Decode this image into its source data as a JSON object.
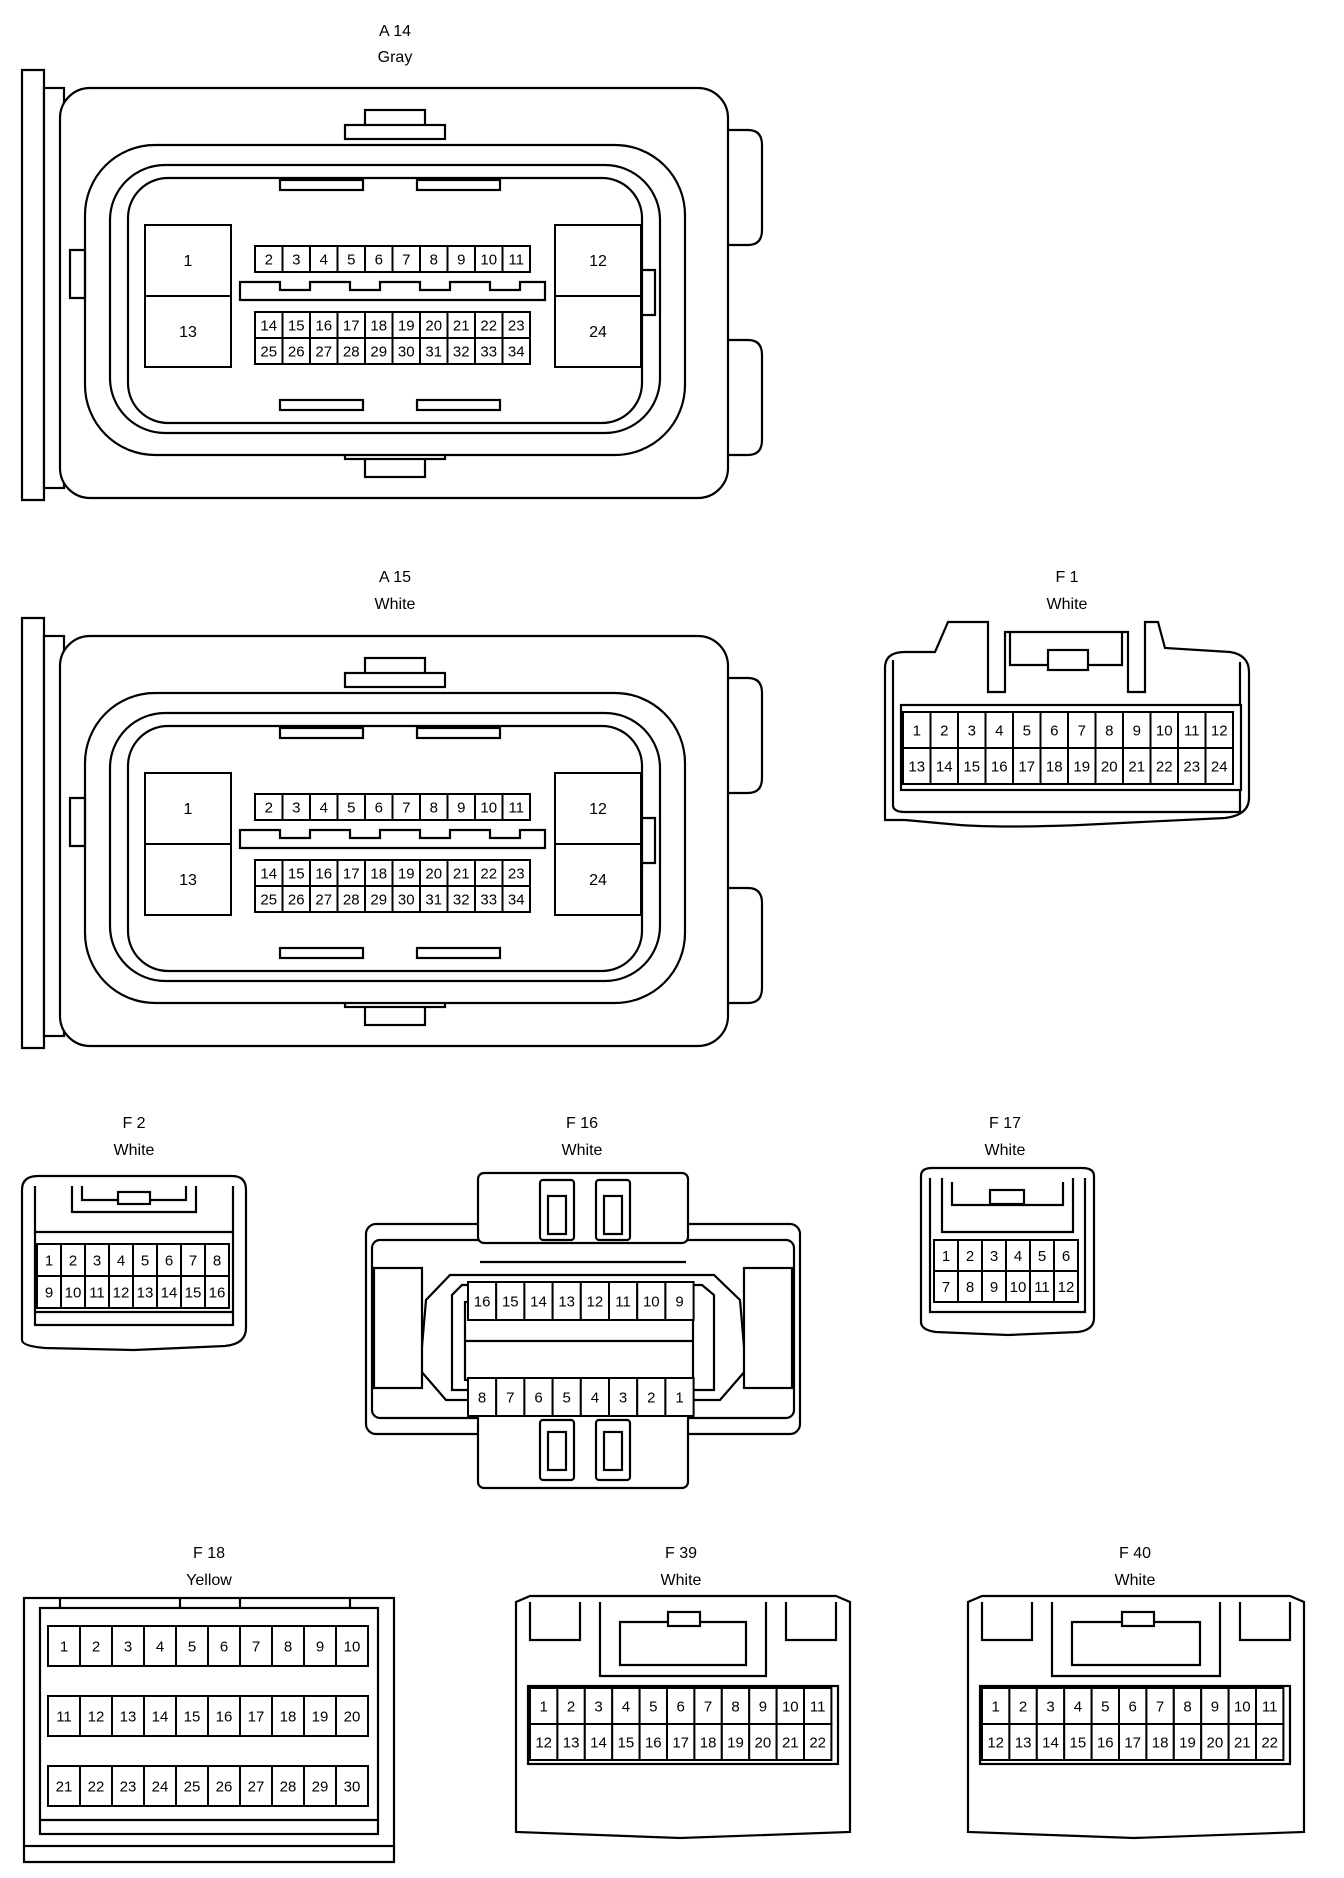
{
  "connectors": [
    {
      "id": "A 14",
      "color": "Gray",
      "big": [
        "1",
        "13",
        "12",
        "24"
      ],
      "top": [
        "2",
        "3",
        "4",
        "5",
        "6",
        "7",
        "8",
        "9",
        "10",
        "11"
      ],
      "mid": [
        "14",
        "15",
        "16",
        "17",
        "18",
        "19",
        "20",
        "21",
        "22",
        "23"
      ],
      "bot": [
        "25",
        "26",
        "27",
        "28",
        "29",
        "30",
        "31",
        "32",
        "33",
        "34"
      ]
    },
    {
      "id": "A 15",
      "color": "White",
      "big": [
        "1",
        "13",
        "12",
        "24"
      ],
      "top": [
        "2",
        "3",
        "4",
        "5",
        "6",
        "7",
        "8",
        "9",
        "10",
        "11"
      ],
      "mid": [
        "14",
        "15",
        "16",
        "17",
        "18",
        "19",
        "20",
        "21",
        "22",
        "23"
      ],
      "bot": [
        "25",
        "26",
        "27",
        "28",
        "29",
        "30",
        "31",
        "32",
        "33",
        "34"
      ]
    },
    {
      "id": "F 1",
      "color": "White",
      "rows": [
        [
          "1",
          "2",
          "3",
          "4",
          "5",
          "6",
          "7",
          "8",
          "9",
          "10",
          "11",
          "12"
        ],
        [
          "13",
          "14",
          "15",
          "16",
          "17",
          "18",
          "19",
          "20",
          "21",
          "22",
          "23",
          "24"
        ]
      ]
    },
    {
      "id": "F 2",
      "color": "White",
      "rows": [
        [
          "1",
          "2",
          "3",
          "4",
          "5",
          "6",
          "7",
          "8"
        ],
        [
          "9",
          "10",
          "11",
          "12",
          "13",
          "14",
          "15",
          "16"
        ]
      ]
    },
    {
      "id": "F 16",
      "color": "White",
      "rows": [
        [
          "16",
          "15",
          "14",
          "13",
          "12",
          "11",
          "10",
          "9"
        ],
        [
          "8",
          "7",
          "6",
          "5",
          "4",
          "3",
          "2",
          "1"
        ]
      ]
    },
    {
      "id": "F 17",
      "color": "White",
      "rows": [
        [
          "1",
          "2",
          "3",
          "4",
          "5",
          "6"
        ],
        [
          "7",
          "8",
          "9",
          "10",
          "11",
          "12"
        ]
      ]
    },
    {
      "id": "F 18",
      "color": "Yellow",
      "rows": [
        [
          "1",
          "2",
          "3",
          "4",
          "5",
          "6",
          "7",
          "8",
          "9",
          "10"
        ],
        [
          "11",
          "12",
          "13",
          "14",
          "15",
          "16",
          "17",
          "18",
          "19",
          "20"
        ],
        [
          "21",
          "22",
          "23",
          "24",
          "25",
          "26",
          "27",
          "28",
          "29",
          "30"
        ]
      ]
    },
    {
      "id": "F 39",
      "color": "White",
      "rows": [
        [
          "1",
          "2",
          "3",
          "4",
          "5",
          "6",
          "7",
          "8",
          "9",
          "10",
          "11"
        ],
        [
          "12",
          "13",
          "14",
          "15",
          "16",
          "17",
          "18",
          "19",
          "20",
          "21",
          "22"
        ]
      ]
    },
    {
      "id": "F 40",
      "color": "White",
      "rows": [
        [
          "1",
          "2",
          "3",
          "4",
          "5",
          "6",
          "7",
          "8",
          "9",
          "10",
          "11"
        ],
        [
          "12",
          "13",
          "14",
          "15",
          "16",
          "17",
          "18",
          "19",
          "20",
          "21",
          "22"
        ]
      ]
    }
  ]
}
